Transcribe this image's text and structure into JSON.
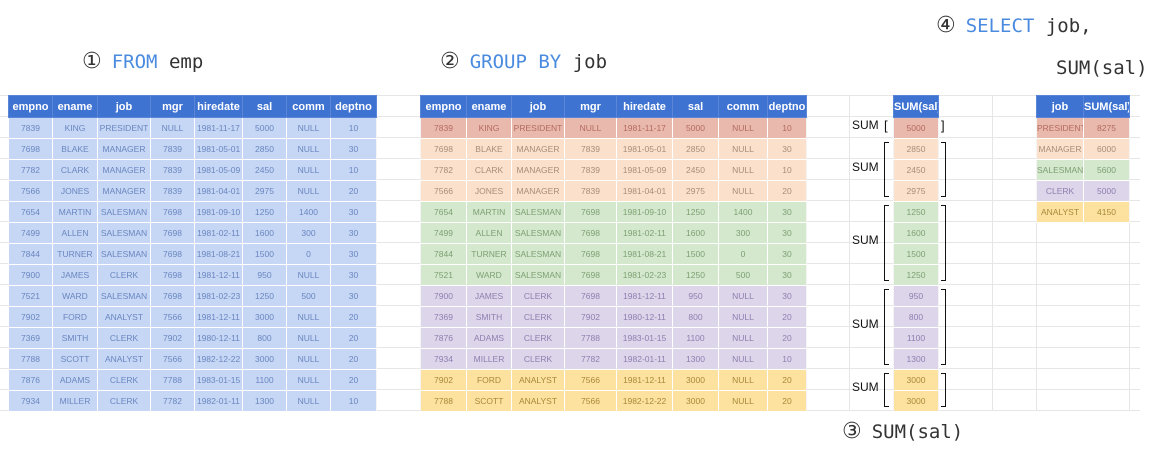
{
  "steps": [
    {
      "num": "①",
      "keyword": "FROM",
      "rest": "emp"
    },
    {
      "num": "②",
      "keyword": "GROUP BY",
      "rest": "job"
    },
    {
      "num": "③",
      "keyword": "",
      "rest": "SUM(sal)"
    },
    {
      "num": "④",
      "keyword": "SELECT",
      "rest": "job,",
      "line2": "SUM(sal)"
    }
  ],
  "columns": [
    "empno",
    "ename",
    "job",
    "mgr",
    "hiredate",
    "sal",
    "comm",
    "deptno"
  ],
  "emp_rows": [
    [
      "7839",
      "KING",
      "PRESIDENT",
      "NULL",
      "1981-11-17",
      "5000",
      "NULL",
      "10"
    ],
    [
      "7698",
      "BLAKE",
      "MANAGER",
      "7839",
      "1981-05-01",
      "2850",
      "NULL",
      "30"
    ],
    [
      "7782",
      "CLARK",
      "MANAGER",
      "7839",
      "1981-05-09",
      "2450",
      "NULL",
      "10"
    ],
    [
      "7566",
      "JONES",
      "MANAGER",
      "7839",
      "1981-04-01",
      "2975",
      "NULL",
      "20"
    ],
    [
      "7654",
      "MARTIN",
      "SALESMAN",
      "7698",
      "1981-09-10",
      "1250",
      "1400",
      "30"
    ],
    [
      "7499",
      "ALLEN",
      "SALESMAN",
      "7698",
      "1981-02-11",
      "1600",
      "300",
      "30"
    ],
    [
      "7844",
      "TURNER",
      "SALESMAN",
      "7698",
      "1981-08-21",
      "1500",
      "0",
      "30"
    ],
    [
      "7900",
      "JAMES",
      "CLERK",
      "7698",
      "1981-12-11",
      "950",
      "NULL",
      "30"
    ],
    [
      "7521",
      "WARD",
      "SALESMAN",
      "7698",
      "1981-02-23",
      "1250",
      "500",
      "30"
    ],
    [
      "7902",
      "FORD",
      "ANALYST",
      "7566",
      "1981-12-11",
      "3000",
      "NULL",
      "20"
    ],
    [
      "7369",
      "SMITH",
      "CLERK",
      "7902",
      "1980-12-11",
      "800",
      "NULL",
      "20"
    ],
    [
      "7788",
      "SCOTT",
      "ANALYST",
      "7566",
      "1982-12-22",
      "3000",
      "NULL",
      "20"
    ],
    [
      "7876",
      "ADAMS",
      "CLERK",
      "7788",
      "1983-01-15",
      "1100",
      "NULL",
      "20"
    ],
    [
      "7934",
      "MILLER",
      "CLERK",
      "7782",
      "1982-01-11",
      "1300",
      "NULL",
      "10"
    ]
  ],
  "grouped_rows": [
    [
      "7839",
      "KING",
      "PRESIDENT",
      "NULL",
      "1981-11-17",
      "5000",
      "NULL",
      "10"
    ],
    [
      "7698",
      "BLAKE",
      "MANAGER",
      "7839",
      "1981-05-01",
      "2850",
      "NULL",
      "30"
    ],
    [
      "7782",
      "CLARK",
      "MANAGER",
      "7839",
      "1981-05-09",
      "2450",
      "NULL",
      "10"
    ],
    [
      "7566",
      "JONES",
      "MANAGER",
      "7839",
      "1981-04-01",
      "2975",
      "NULL",
      "20"
    ],
    [
      "7654",
      "MARTIN",
      "SALESMAN",
      "7698",
      "1981-09-10",
      "1250",
      "1400",
      "30"
    ],
    [
      "7499",
      "ALLEN",
      "SALESMAN",
      "7698",
      "1981-02-11",
      "1600",
      "300",
      "30"
    ],
    [
      "7844",
      "TURNER",
      "SALESMAN",
      "7698",
      "1981-08-21",
      "1500",
      "0",
      "30"
    ],
    [
      "7521",
      "WARD",
      "SALESMAN",
      "7698",
      "1981-02-23",
      "1250",
      "500",
      "30"
    ],
    [
      "7900",
      "JAMES",
      "CLERK",
      "7698",
      "1981-12-11",
      "950",
      "NULL",
      "30"
    ],
    [
      "7369",
      "SMITH",
      "CLERK",
      "7902",
      "1980-12-11",
      "800",
      "NULL",
      "20"
    ],
    [
      "7876",
      "ADAMS",
      "CLERK",
      "7788",
      "1983-01-15",
      "1100",
      "NULL",
      "20"
    ],
    [
      "7934",
      "MILLER",
      "CLERK",
      "7782",
      "1982-01-11",
      "1300",
      "NULL",
      "10"
    ],
    [
      "7902",
      "FORD",
      "ANALYST",
      "7566",
      "1981-12-11",
      "3000",
      "NULL",
      "20"
    ],
    [
      "7788",
      "SCOTT",
      "ANALYST",
      "7566",
      "1982-12-22",
      "3000",
      "NULL",
      "20"
    ]
  ],
  "group_sizes": [
    1,
    3,
    4,
    4,
    2
  ],
  "sum_header": "SUM(sal)",
  "sum_label": "SUM",
  "result_columns": [
    "job",
    "SUM(sal)"
  ],
  "result_rows": [
    [
      "PRESIDENT",
      "8275"
    ],
    [
      "MANAGER",
      "6000"
    ],
    [
      "SALESMAN",
      "5600"
    ],
    [
      "CLERK",
      "5000"
    ],
    [
      "ANALYST",
      "4150"
    ]
  ],
  "colors": {
    "keyword": "#4a8be0",
    "header_bg": "#3f73d2",
    "emp_row_bg": "#c5d7f5",
    "emp_text": "#6b86c0",
    "group_bgs": [
      "#eab9ae",
      "#fbe1cc",
      "#d3e8cd",
      "#ddd5ea",
      "#fde29f"
    ],
    "group_text": [
      "#b26b5f",
      "#a88e77",
      "#7fa073",
      "#8e7fb0",
      "#a8883a"
    ]
  }
}
